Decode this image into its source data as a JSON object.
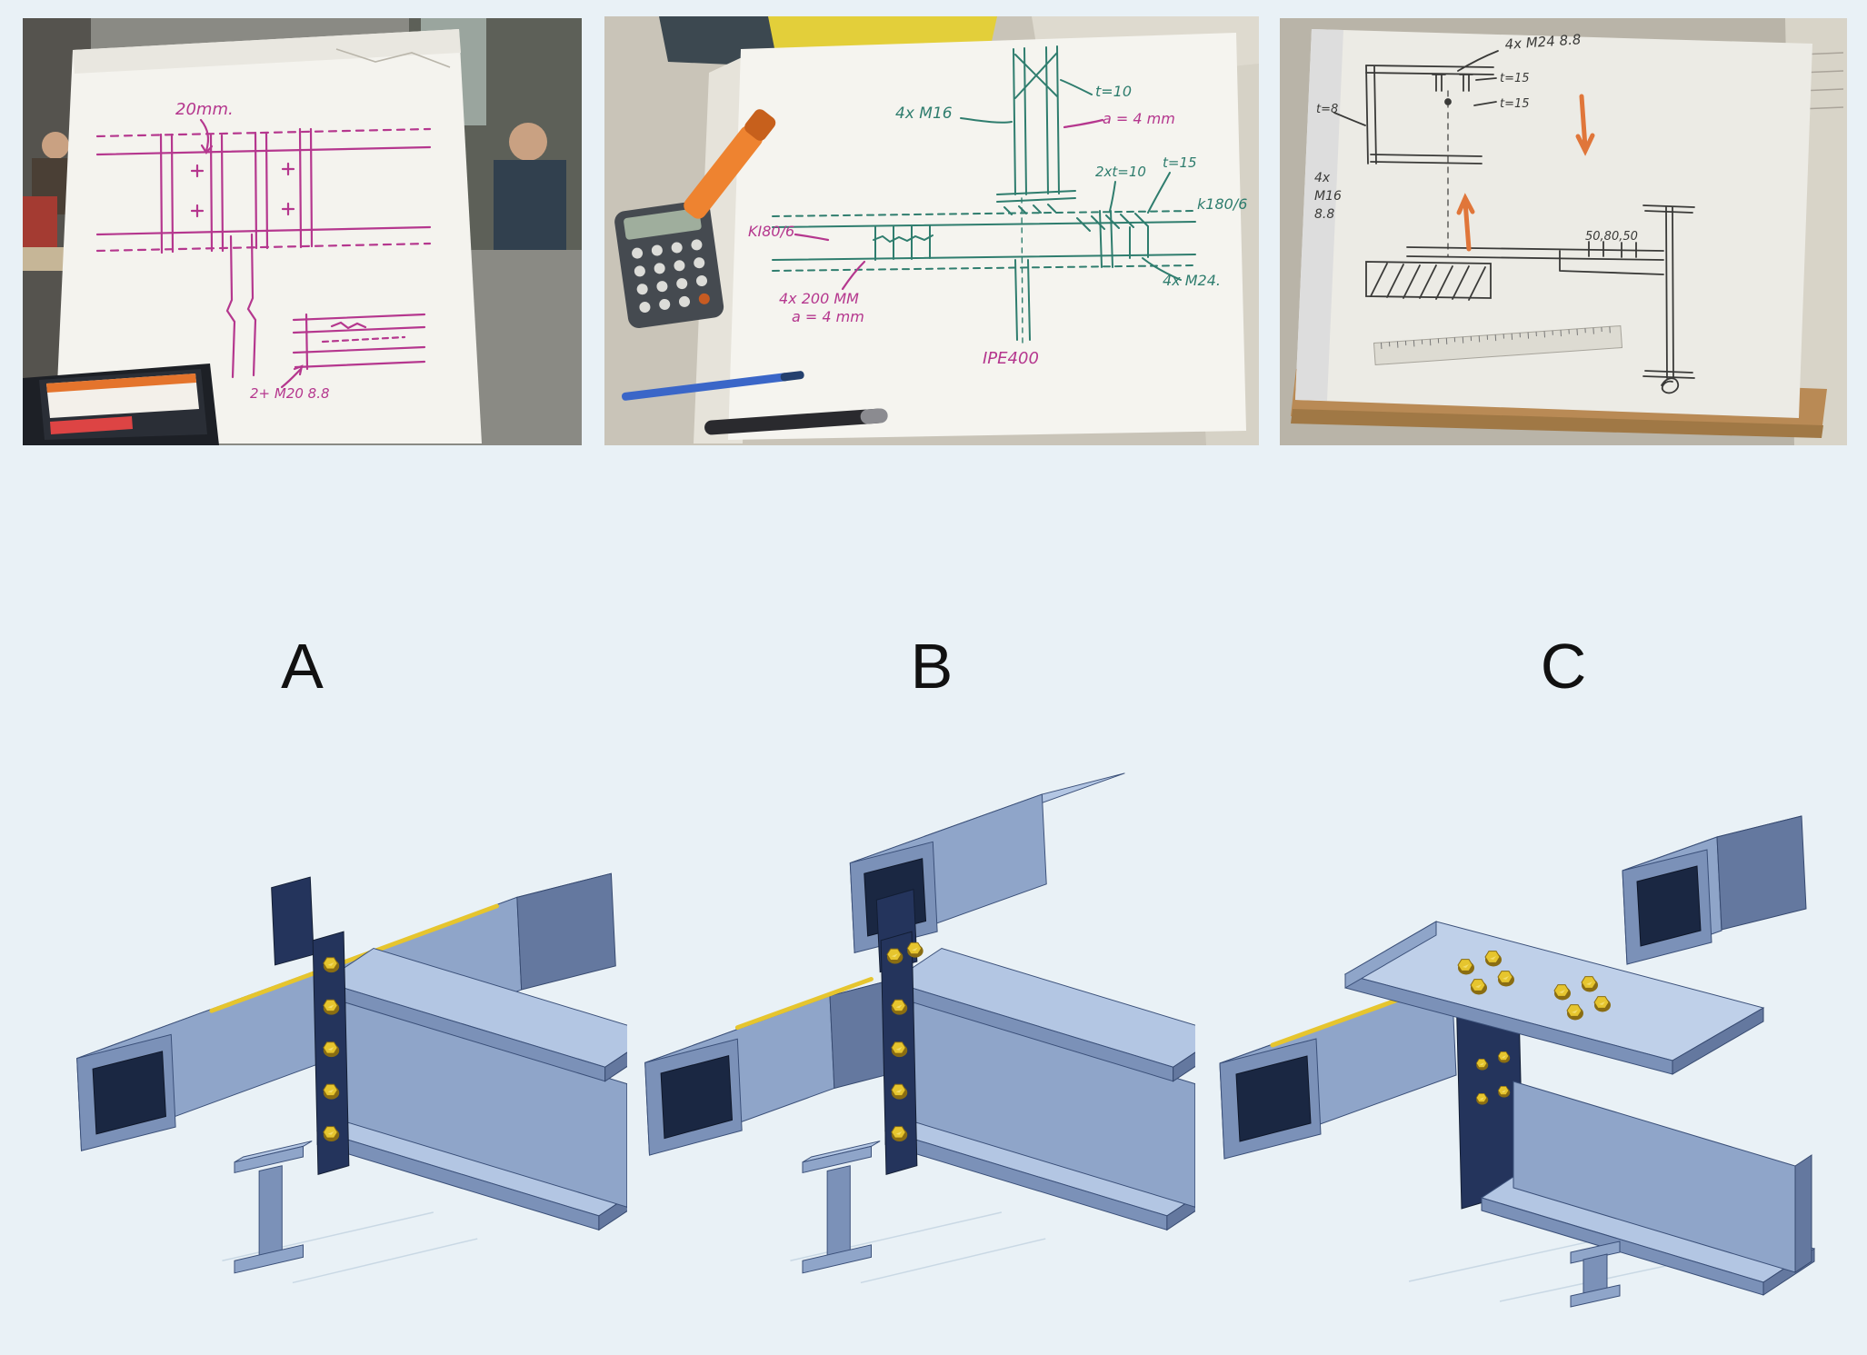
{
  "figure": {
    "background": "#e9f1f6",
    "panel_labels": {
      "a": "A",
      "b": "B",
      "c": "C"
    }
  },
  "sketch_a": {
    "annotations": {
      "dim_top": "20mm.",
      "bolt_note": "2+ M20 8.8"
    }
  },
  "sketch_b": {
    "annotations": {
      "bolts_top": "4x M16",
      "t10": "t=10",
      "a4_top": "a = 4 mm",
      "t2x10": "2xt=10",
      "t15": "t=15",
      "k_right": "k180/6",
      "k_left": "KI80/6",
      "weld1": "4x 200 MM",
      "weld2": "a = 4 mm",
      "bolts_right": "4x M24.",
      "profile": "IPE400"
    }
  },
  "sketch_c": {
    "annotations": {
      "bolts_top": "4x M24 8.8",
      "t15a": "t=15",
      "t15b": "t=15",
      "t8": "t=8",
      "left1": "4x",
      "left2": "M16",
      "left3": "8.8",
      "dims": "50,80,50"
    }
  },
  "cad_palette": {
    "steel_light": "#b3c6e3",
    "steel_mid": "#8fa5c9",
    "steel_shadow": "#64789f",
    "plate_navy": "#24345c",
    "bolt_yellow": "#e6c52e"
  }
}
